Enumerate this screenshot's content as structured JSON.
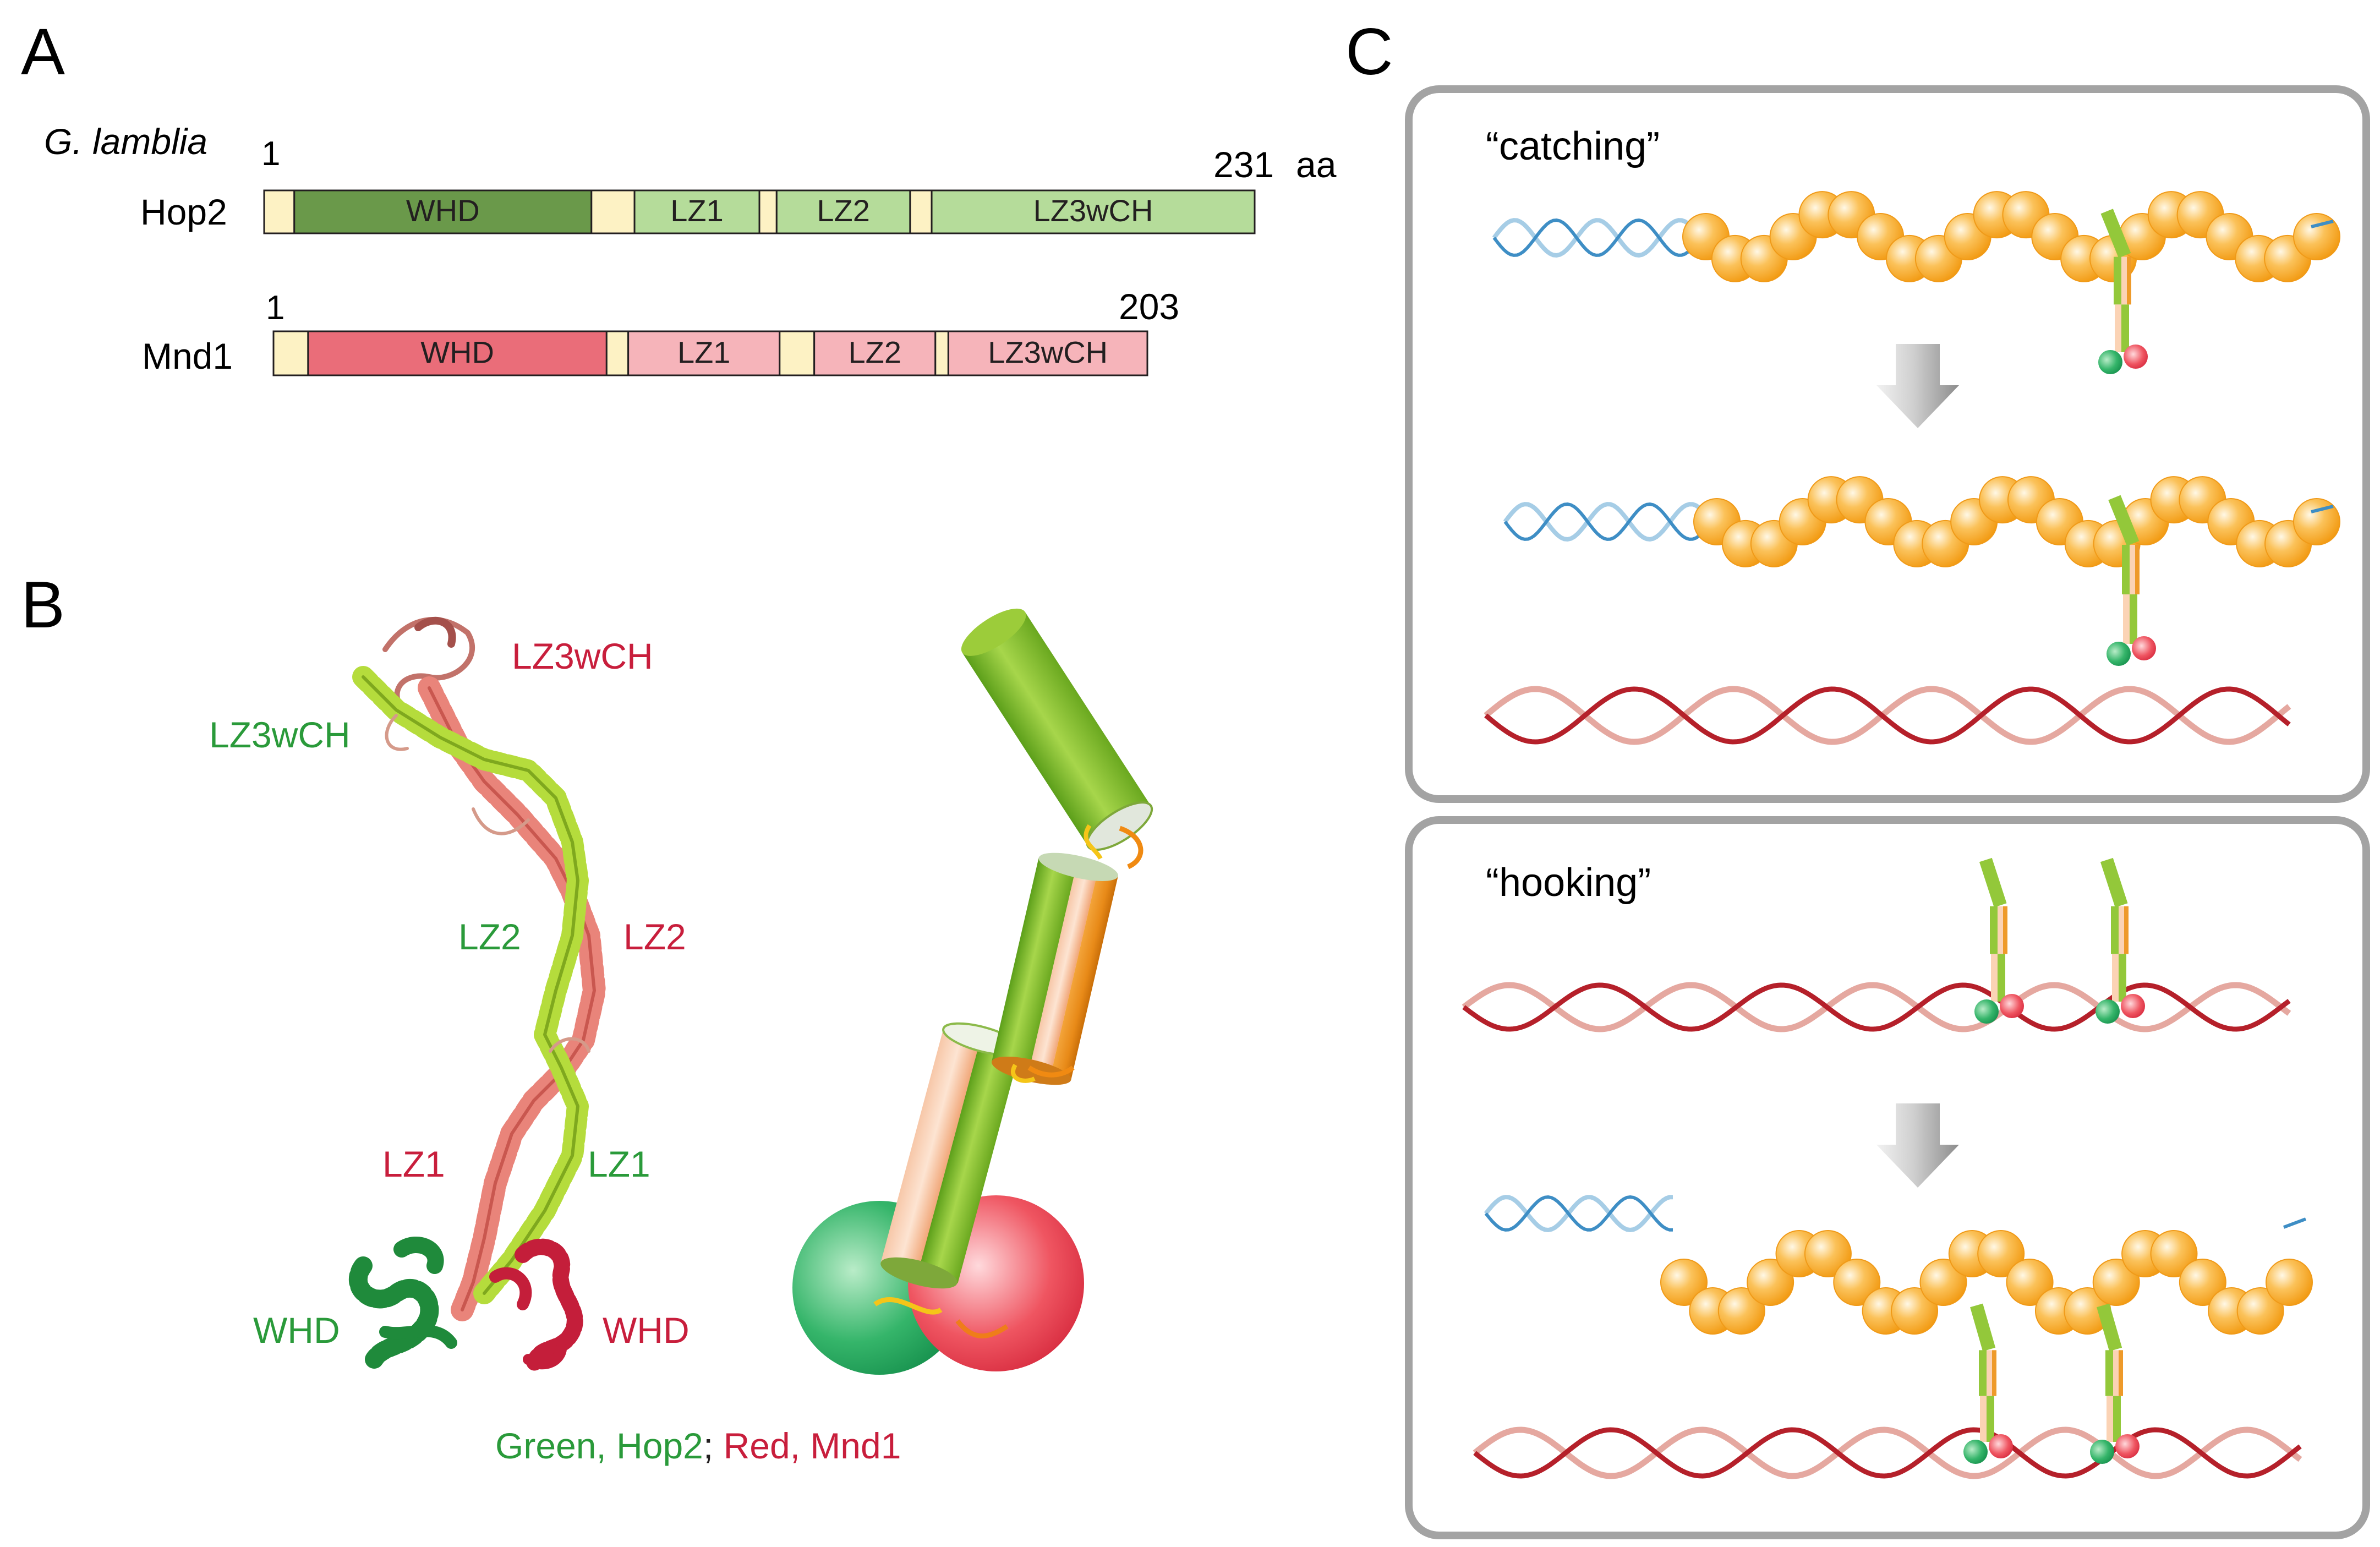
{
  "panels": {
    "a": {
      "label": "A",
      "organism": "G. lamblia",
      "hop2": {
        "name": "Hop2",
        "start": "1",
        "end": "231",
        "unit": "aa",
        "total": 231,
        "domains": [
          {
            "label": "",
            "kind": "linker",
            "start": 1,
            "end": 8
          },
          {
            "label": "WHD",
            "kind": "whd",
            "start": 8,
            "end": 77
          },
          {
            "label": "",
            "kind": "linker",
            "start": 77,
            "end": 87
          },
          {
            "label": "LZ1",
            "kind": "lz",
            "start": 87,
            "end": 116
          },
          {
            "label": "",
            "kind": "linker",
            "start": 116,
            "end": 120
          },
          {
            "label": "LZ2",
            "kind": "lz",
            "start": 120,
            "end": 151
          },
          {
            "label": "",
            "kind": "linker",
            "start": 151,
            "end": 156
          },
          {
            "label": "LZ3wCH",
            "kind": "lz",
            "start": 156,
            "end": 231
          }
        ]
      },
      "mnd1": {
        "name": "Mnd1",
        "start": "1",
        "end": "203",
        "total": 203,
        "domains": [
          {
            "label": "",
            "kind": "linker",
            "start": 1,
            "end": 9
          },
          {
            "label": "WHD",
            "kind": "whd",
            "start": 9,
            "end": 78
          },
          {
            "label": "",
            "kind": "linker",
            "start": 78,
            "end": 83
          },
          {
            "label": "LZ1",
            "kind": "lz",
            "start": 83,
            "end": 118
          },
          {
            "label": "",
            "kind": "linker",
            "start": 118,
            "end": 126
          },
          {
            "label": "LZ2",
            "kind": "lz",
            "start": 126,
            "end": 154
          },
          {
            "label": "",
            "kind": "linker",
            "start": 154,
            "end": 157
          },
          {
            "label": "LZ3wCH",
            "kind": "lz",
            "start": 157,
            "end": 203
          }
        ]
      }
    },
    "b": {
      "label": "B",
      "labels": {
        "lz3wch_red": "LZ3wCH",
        "lz3wch_green": "LZ3wCH",
        "lz2_green": "LZ2",
        "lz2_red": "LZ2",
        "lz1_red": "LZ1",
        "lz1_green": "LZ1",
        "whd_green": "WHD",
        "whd_red": "WHD"
      },
      "legend": {
        "green_part": "Green, Hop2",
        "sep": ";",
        "red_part": " Red, Mnd1"
      }
    },
    "c": {
      "label": "C",
      "top_title": "“catching”",
      "bottom_title": "“hooking”"
    }
  },
  "colors": {
    "text": "#231f20",
    "hop2_whd": "#6a994a",
    "hop2_lz": "#b5dc9a",
    "mnd1_whd": "#ea6d79",
    "mnd1_lz": "#f6b4ba",
    "linker": "#fdf2c4",
    "green_label": "#2a9a3a",
    "red_label": "#c81e3c",
    "ssdna": "#f6a623",
    "dsdna_red": "#b5202a",
    "dsdna_blue": "#3e8ec5",
    "box_border": "#a3a3a3"
  }
}
